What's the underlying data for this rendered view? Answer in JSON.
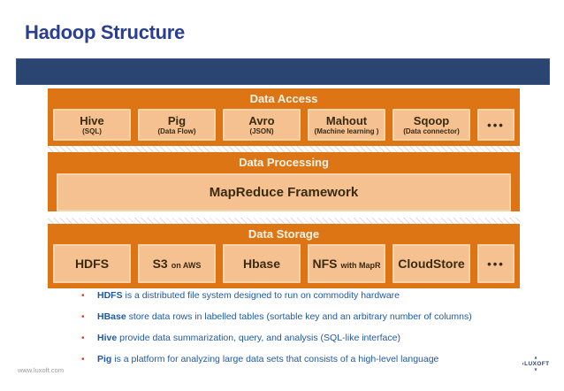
{
  "slide": {
    "title": "Hadoop Structure",
    "footer_url": "www.luxoft.com",
    "logo": {
      "word": "LUXOFT",
      "up_arrow": "∧",
      "down_arrow": "∨",
      "left_chevron": "‹"
    }
  },
  "diagram": {
    "access": {
      "label": "Data Access",
      "boxes": [
        {
          "name": "Hive",
          "sub": "(SQL)"
        },
        {
          "name": "Pig",
          "sub": "(Data Flow)"
        },
        {
          "name": "Avro",
          "sub": "(JSON)"
        },
        {
          "name": "Mahout",
          "sub": "(Machine learning )"
        },
        {
          "name": "Sqoop",
          "sub": "(Data connector)"
        }
      ],
      "more": "•••"
    },
    "processing": {
      "label": "Data Processing",
      "box": "MapReduce Framework"
    },
    "storage": {
      "label": "Data Storage",
      "boxes": [
        {
          "name": "HDFS",
          "sub": ""
        },
        {
          "name": "S3",
          "sub": "on AWS"
        },
        {
          "name": "Hbase",
          "sub": ""
        },
        {
          "name": "NFS",
          "sub": "with MapR"
        },
        {
          "name": "CloudStore",
          "sub": ""
        }
      ],
      "more": "•••"
    }
  },
  "bullets": {
    "marker": "•",
    "items": [
      {
        "bold": "HDFS",
        "rest": " is a distributed file system designed to run on commodity hardware"
      },
      {
        "bold": "HBase",
        "rest": " store data rows in labelled tables (sortable key and an arbitrary number of columns)"
      },
      {
        "bold": "Hive",
        "rest": " provide data summarization, query, and analysis (SQL-like interface)"
      },
      {
        "bold": "Pig",
        "rest": " is a platform for analyzing large data sets that consists of a high-level language"
      }
    ]
  },
  "colors": {
    "section_orange": "#dd7514",
    "box_peach": "#f5c191",
    "box_border": "#f7d3a7",
    "box_text": "#3a2a10",
    "title_blue": "#2a3f8f",
    "bar_navy": "#2b4573",
    "bullet_text_blue": "#1e59a5",
    "bullet_marker_red": "#c0492e",
    "footer_gray": "#999999"
  }
}
